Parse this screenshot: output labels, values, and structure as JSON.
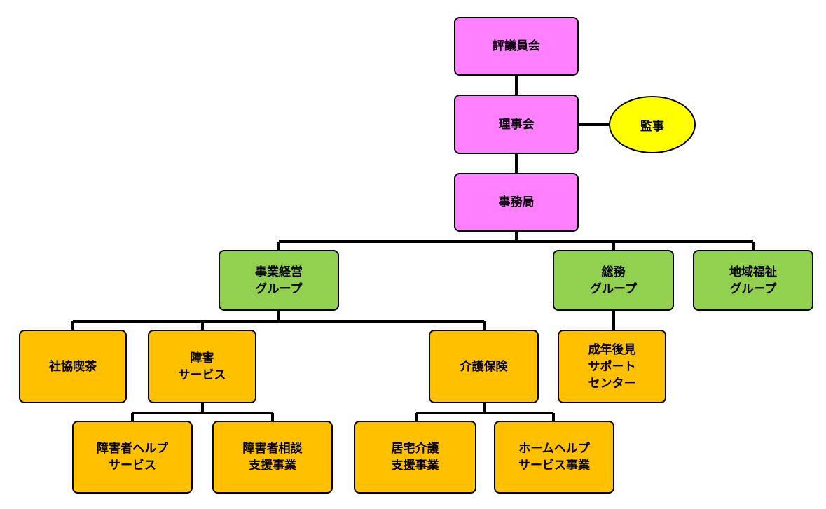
{
  "board": {
    "council": "評議員会",
    "directors": "理事会",
    "auditor": "監事",
    "secretariat": "事務局"
  },
  "groups": {
    "business": "事業経営\nグループ",
    "general_affairs": "総務\nグループ",
    "community_welfare": "地域福祉\nグループ"
  },
  "units": {
    "cafe": "社協喫茶",
    "disability_services": "障害\nサービス",
    "care_insurance": "介護保険",
    "guardianship_center": "成年後見\nサポート\nセンター"
  },
  "services": {
    "disabled_helper": "障害者ヘルプ\nサービス",
    "disabled_consultation": "障害者相談\n支援事業",
    "home_care_support": "居宅介護\n支援事業",
    "home_help": "ホームヘルプ\nサービス事業"
  },
  "colors": {
    "board": "#ff80ff",
    "group": "#92d050",
    "unit": "#ffc000",
    "auditor": "#ffff00",
    "line": "#000000"
  }
}
